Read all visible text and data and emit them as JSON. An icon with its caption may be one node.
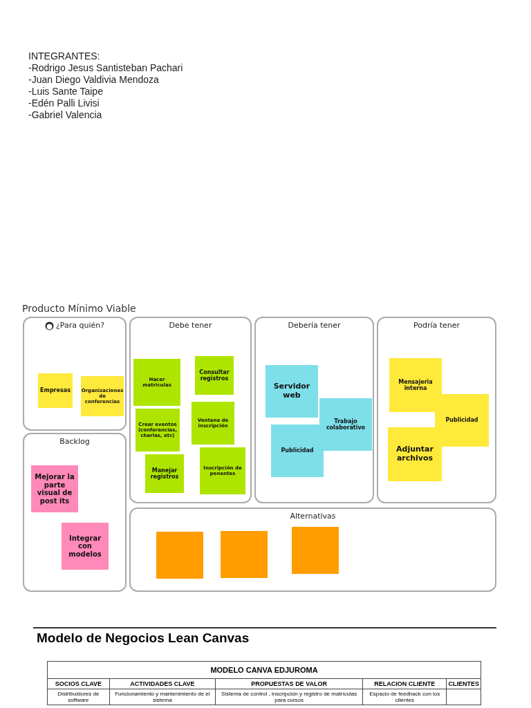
{
  "diagram": {
    "nodes": [
      {
        "text": [
          "¿Para quién?"
        ]
      },
      {
        "text": [
          "Empresas"
        ],
        "in": 0
      },
      {
        "text": [
          "Organizaciones de conferencias"
        ],
        "in": 0
      },
      {
        "text": [
          "Debe tener"
        ]
      },
      {
        "text": [
          "Hacer matriculas"
        ],
        "in": 3
      },
      {
        "text": [
          "Consultar registros"
        ],
        "in": 3
      },
      {
        "text": [
          "Crear eventos (conferencias, charlas, etc)"
        ],
        "in": 3
      },
      {
        "text": [
          "Ventana de inscripción"
        ],
        "in": 3
      },
      {
        "text": [
          "Manejar registros"
        ],
        "in": 3
      },
      {
        "text": [
          "Inscripción de ponentes"
        ],
        "in": 3
      },
      {
        "text": [
          "Debería tener"
        ]
      },
      {
        "text": [
          "Servidor web"
        ],
        "in": 10
      },
      {
        "text": [
          "Trabajo colaborativo"
        ],
        "in": 10
      },
      {
        "text": [
          "Publicidad"
        ],
        "in": 10
      },
      {
        "text": [
          "Podría tener"
        ]
      },
      {
        "text": [
          "Mensajeria interna"
        ],
        "in": 14
      },
      {
        "text": [
          "Publicidad"
        ],
        "in": 14
      },
      {
        "text": [
          "Adjuntar archivos"
        ],
        "in": 14
      },
      {
        "text": [
          "Backlog"
        ]
      },
      {
        "text": [
          "Mejorar la parte visual de post its"
        ],
        "in": 18
      },
      {
        "text": [
          "Integrar con modelos"
        ],
        "in": 18
      },
      {
        "text": [
          "Alternativas"
        ]
      },
      {
        "text": [],
        "shape": "box",
        "in": 21
      },
      {
        "text": [],
        "shape": "box",
        "in": 21
      },
      {
        "text": [],
        "shape": "box",
        "in": 21
      }
    ],
    "edges": [],
    "labels": [
      "INTEGRANTES:",
      "-Rodrigo Jesus Santisteban Pachari",
      "-Juan Diego Valdivia Mendoza",
      "-Luis Sante Taipe",
      "-Edén Palli Livisi",
      "-Gabriel Valencia",
      "Producto Mínimo Viable",
      "Modelo de Negocios Lean Canvas",
      "MODELO CANVA EDJUROMA",
      "SOCIOS CLAVE",
      "ACTIVIDADES CLAVE",
      "PROPUESTAS DE VALOR",
      "RELACION CLIENTE",
      "CLIENTES",
      "Distribuidores de software",
      "Funcionamiento y mantenimiento de el sistema",
      "Sistema de control , inscripción y registro de matrículas para cursos",
      "Espacio de feedback con los clientes"
    ]
  }
}
